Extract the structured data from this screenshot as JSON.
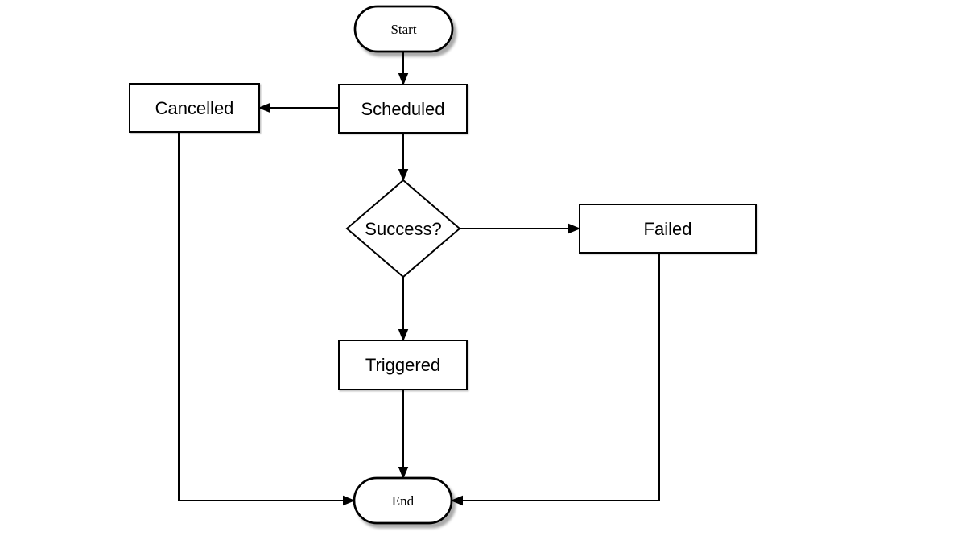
{
  "diagram": {
    "type": "flowchart",
    "background_color": "#ffffff",
    "node_fill_color": "#ffffff",
    "node_stroke_color": "#000000",
    "connector_color": "#000000",
    "shadow_color": "#999999",
    "nodes": {
      "start": {
        "label": "Start",
        "shape": "terminator"
      },
      "scheduled": {
        "label": "Scheduled",
        "shape": "process"
      },
      "cancelled": {
        "label": "Cancelled",
        "shape": "process"
      },
      "success": {
        "label": "Success?",
        "shape": "decision"
      },
      "failed": {
        "label": "Failed",
        "shape": "process"
      },
      "triggered": {
        "label": "Triggered",
        "shape": "process"
      },
      "end": {
        "label": "End",
        "shape": "terminator"
      }
    },
    "edges": [
      {
        "from": "start",
        "to": "scheduled"
      },
      {
        "from": "scheduled",
        "to": "cancelled"
      },
      {
        "from": "scheduled",
        "to": "success"
      },
      {
        "from": "success",
        "to": "failed"
      },
      {
        "from": "success",
        "to": "triggered"
      },
      {
        "from": "triggered",
        "to": "end"
      },
      {
        "from": "cancelled",
        "to": "end"
      },
      {
        "from": "failed",
        "to": "end"
      }
    ]
  }
}
